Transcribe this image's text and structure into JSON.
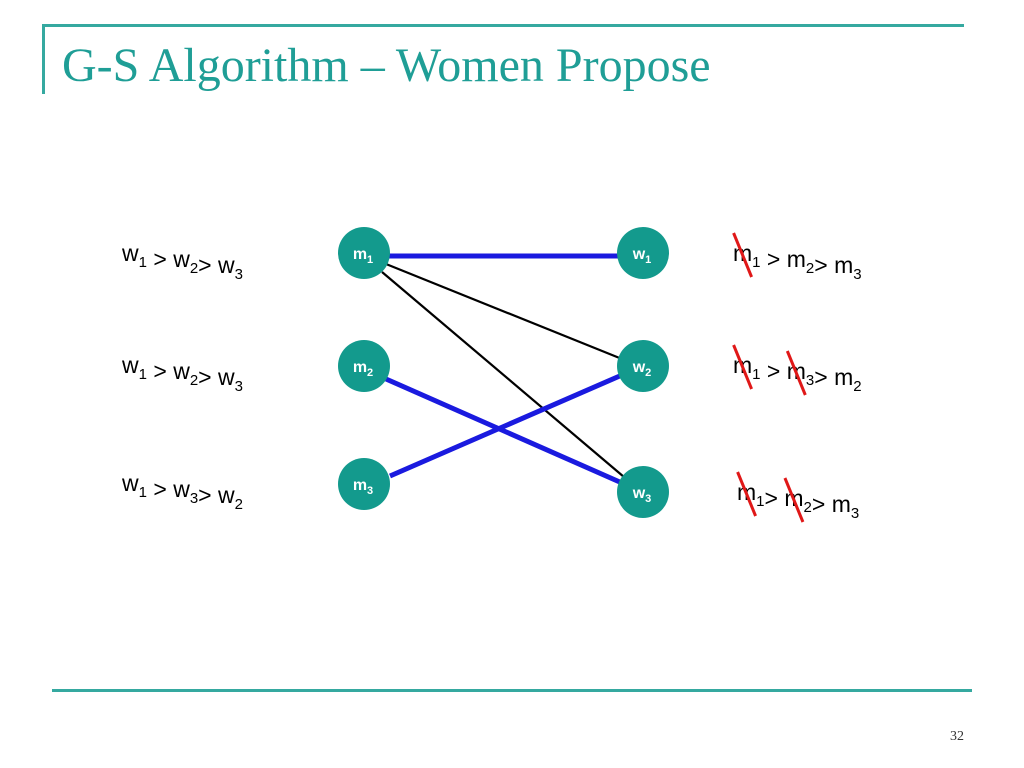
{
  "slide": {
    "title": "G-S Algorithm – Women Propose",
    "page_number": "32"
  },
  "colors": {
    "accent": "#35a9a0",
    "node_fill": "#139a8d",
    "match_edge": "#1a1adf",
    "proposal_edge": "#000000",
    "strike": "#e01818"
  },
  "men": [
    {
      "id": "m1",
      "base": "m",
      "sub": "1",
      "pref": [
        {
          "b": "w",
          "s": "1"
        },
        {
          "t": " > "
        },
        {
          "b": "w",
          "s": "2"
        },
        {
          "t": "> "
        },
        {
          "b": "w",
          "s": "3"
        }
      ]
    },
    {
      "id": "m2",
      "base": "m",
      "sub": "2",
      "pref": [
        {
          "b": "w",
          "s": "1"
        },
        {
          "t": " > "
        },
        {
          "b": "w",
          "s": "2"
        },
        {
          "t": "> "
        },
        {
          "b": "w",
          "s": "3"
        }
      ]
    },
    {
      "id": "m3",
      "base": "m",
      "sub": "3",
      "pref": [
        {
          "b": "w",
          "s": "1"
        },
        {
          "t": " > "
        },
        {
          "b": "w",
          "s": "3"
        },
        {
          "t": "> "
        },
        {
          "b": "w",
          "s": "2"
        }
      ]
    }
  ],
  "women": [
    {
      "id": "w1",
      "base": "w",
      "sub": "1",
      "pref": [
        {
          "b": "m",
          "s": "1",
          "struck": true
        },
        {
          "t": " > "
        },
        {
          "b": "m",
          "s": "2"
        },
        {
          "t": "> "
        },
        {
          "b": "m",
          "s": "3"
        }
      ]
    },
    {
      "id": "w2",
      "base": "w",
      "sub": "2",
      "pref": [
        {
          "b": "m",
          "s": "1",
          "struck": true
        },
        {
          "t": " > "
        },
        {
          "b": "m",
          "s": "3",
          "struck": true
        },
        {
          "t": "> "
        },
        {
          "b": "m",
          "s": "2"
        }
      ]
    },
    {
      "id": "w3",
      "base": "w",
      "sub": "3",
      "pref": [
        {
          "b": "m",
          "s": "1",
          "struck": true
        },
        {
          "t": "> "
        },
        {
          "b": "m",
          "s": "2",
          "struck": true
        },
        {
          "t": "> "
        },
        {
          "b": "m",
          "s": "3"
        }
      ]
    }
  ],
  "edges": [
    {
      "from": "m1",
      "to": "w1",
      "kind": "match"
    },
    {
      "from": "m1",
      "to": "w2",
      "kind": "proposal"
    },
    {
      "from": "m1",
      "to": "w3",
      "kind": "proposal"
    },
    {
      "from": "m2",
      "to": "w3",
      "kind": "match"
    },
    {
      "from": "m3",
      "to": "w2",
      "kind": "match"
    }
  ]
}
